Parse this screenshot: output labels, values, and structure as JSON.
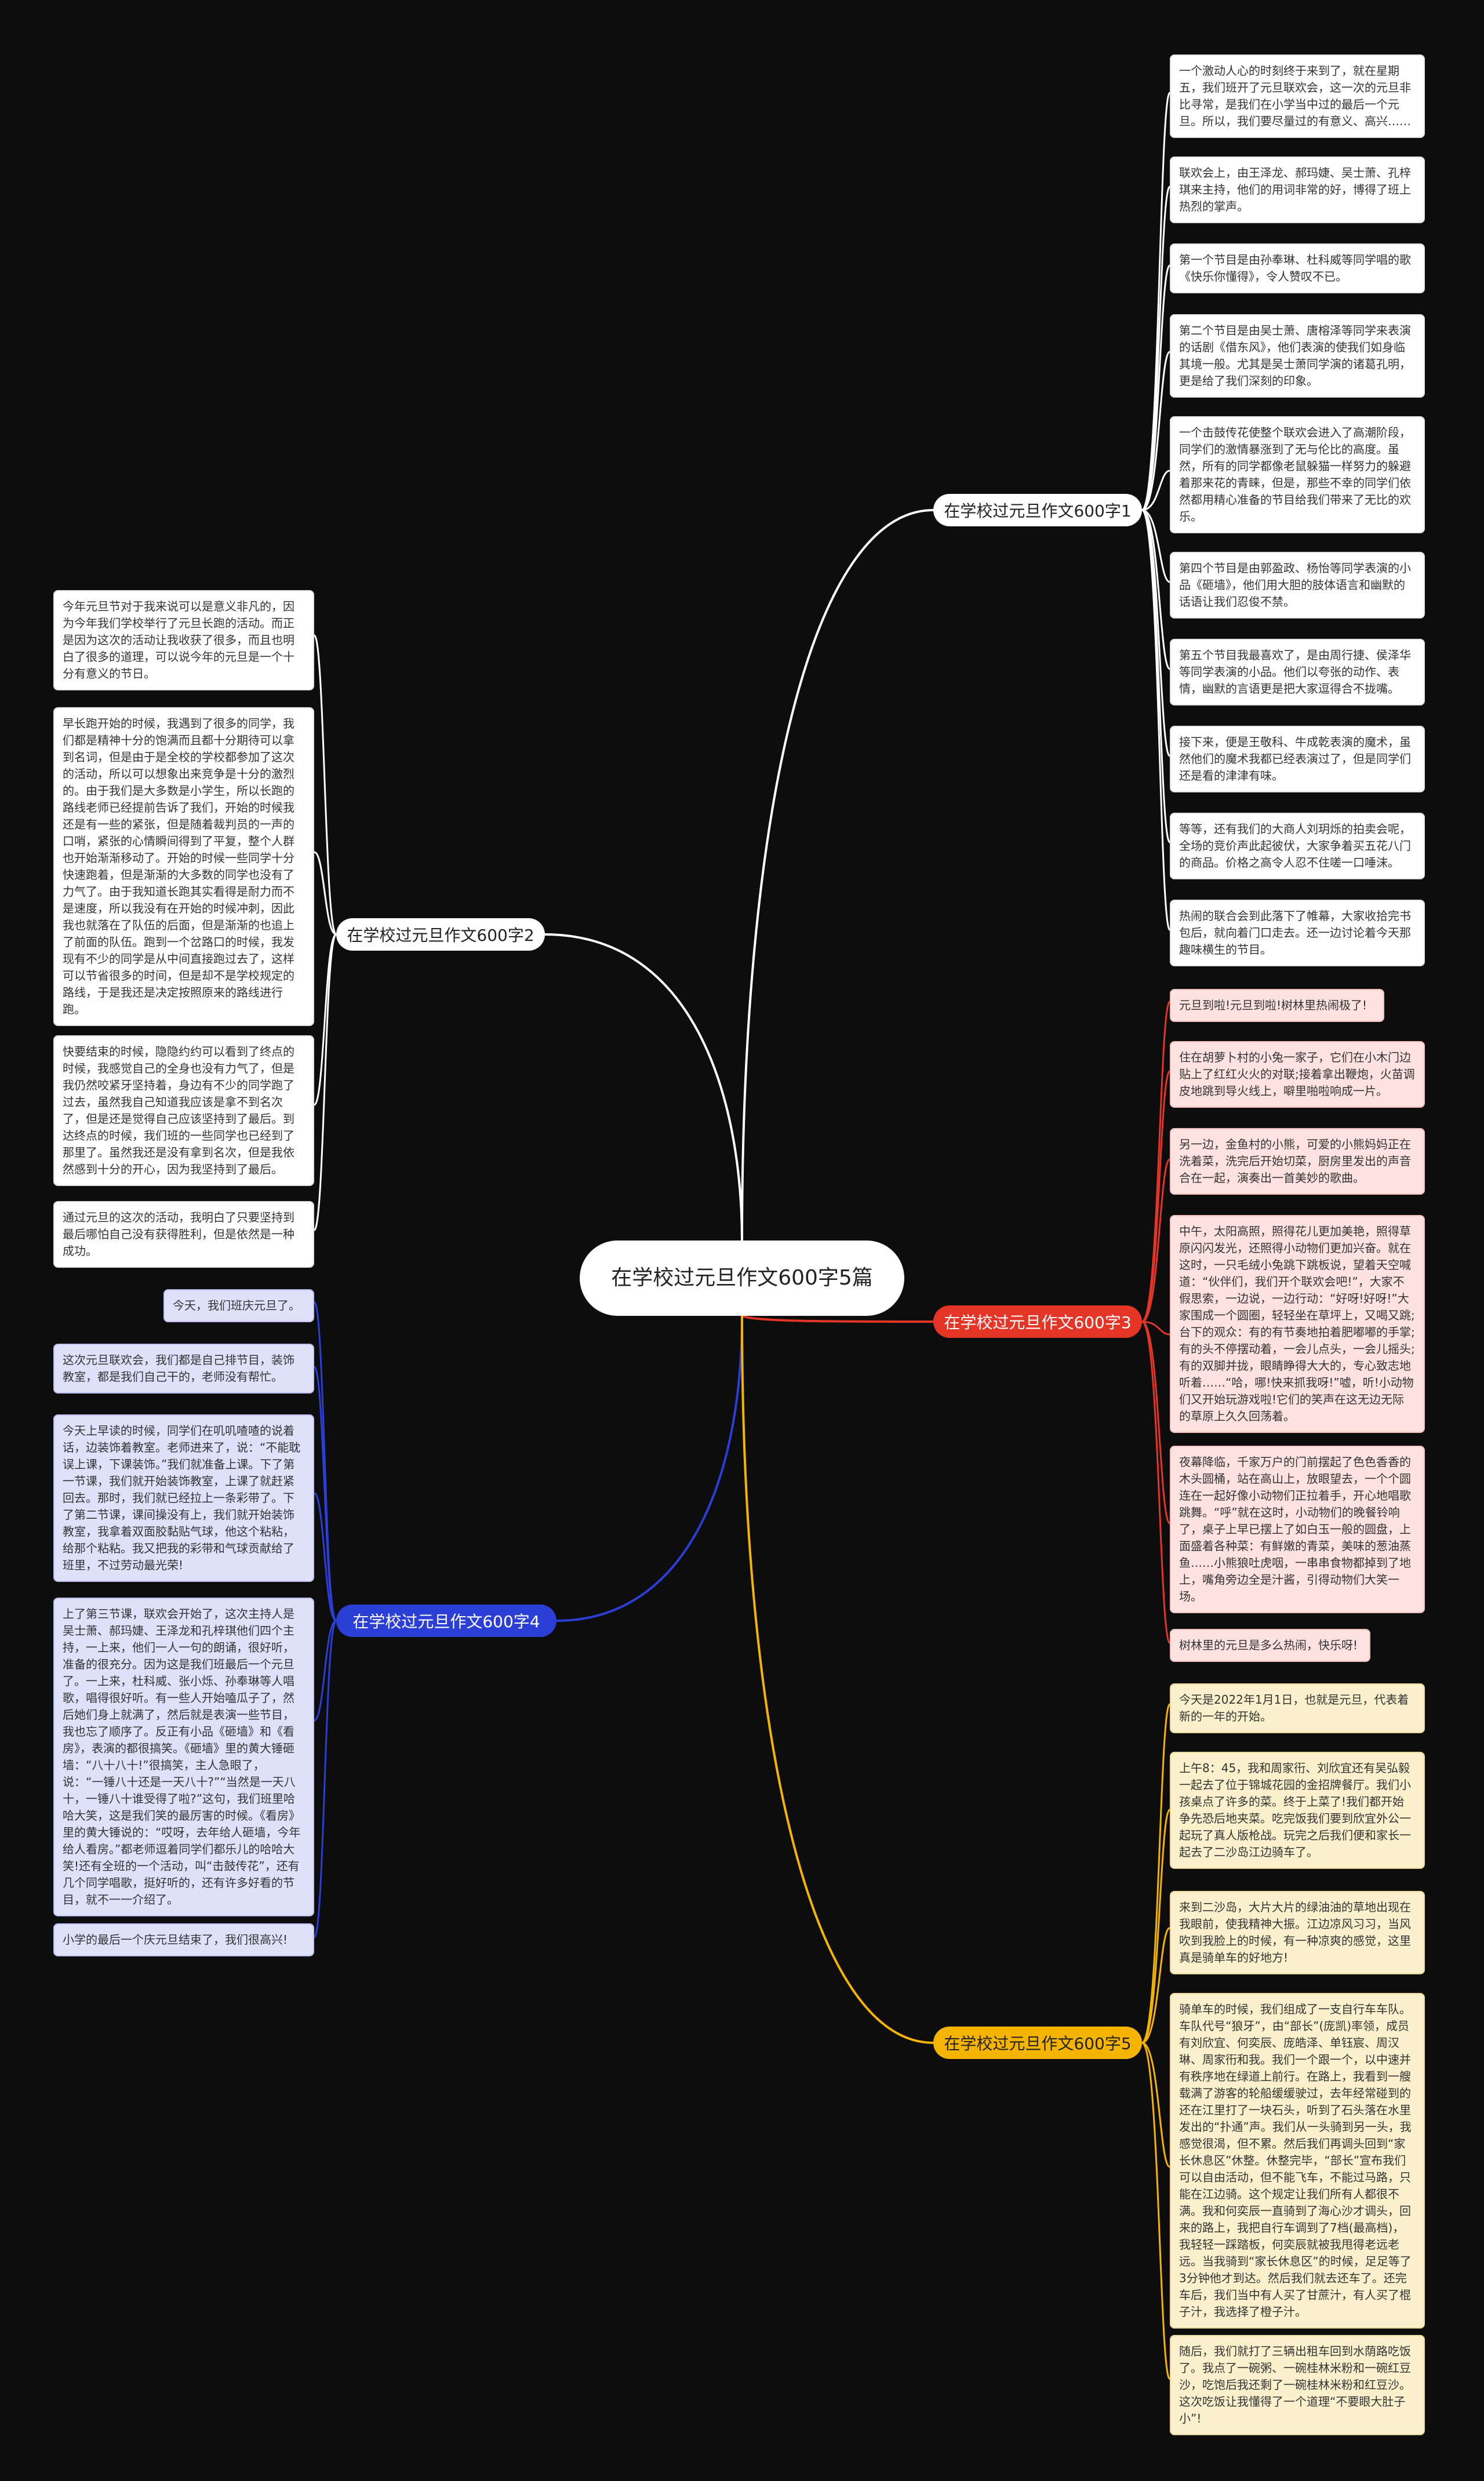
{
  "center": {
    "title": "在学校过元旦作文600字5篇"
  },
  "colors": {
    "b1": "#ffffff",
    "b2": "#ffffff",
    "b3": "#e53527",
    "b4": "#2b3fd6",
    "b5": "#f5b400"
  },
  "branches": [
    {
      "label": "在学校过元旦作文600字1",
      "leaves": [
        "一个激动人心的时刻终于来到了，就在星期五，我们班开了元旦联欢会，这一次的元旦非比寻常，是我们在小学当中过的最后一个元旦。所以，我们要尽量过的有意义、高兴……",
        "联欢会上，由王泽龙、郝玛婕、吴士萧、孔梓琪来主持，他们的用词非常的好，博得了班上热烈的掌声。",
        "第一个节目是由孙奉琳、杜科威等同学唱的歌《快乐你懂得》，令人赞叹不已。",
        "第二个节目是由吴士萧、唐榕泽等同学来表演的话剧《借东风》，他们表演的使我们如身临其境一般。尤其是吴士萧同学演的诸葛孔明，更是给了我们深刻的印象。",
        "一个击鼓传花使整个联欢会进入了高潮阶段，同学们的激情暴涨到了无与伦比的高度。虽然，所有的同学都像老鼠躲猫一样努力的躲避着那来花的青睐，但是，那些不幸的同学们依然都用精心准备的节目给我们带来了无比的欢乐。",
        "第四个节目是由郭盈政、杨怡等同学表演的小品《砸墙》，他们用大胆的肢体语言和幽默的话语让我们忍俊不禁。",
        "第五个节目我最喜欢了，是由周行捷、侯泽华等同学表演的小品。他们以夸张的动作、表情，幽默的言语更是把大家逗得合不拢嘴。",
        "接下来，便是王敬科、牛成乾表演的魔术，虽然他们的魔术我都已经表演过了，但是同学们还是看的津津有味。",
        "等等，还有我们的大商人刘玥烁的拍卖会呢，全场的竞价声此起彼伏，大家争着买五花八门的商品。价格之高令人忍不住嗟一口唾沫。",
        "热闹的联合会到此落下了帷幕，大家收拾完书包后，就向着门口走去。还一边讨论着今天那趣味横生的节目。"
      ]
    },
    {
      "label": "在学校过元旦作文600字2",
      "leaves": [
        "今年元旦节对于我来说可以是意义非凡的，因为今年我们学校举行了元旦长跑的活动。而正是因为这次的活动让我收获了很多，而且也明白了很多的道理，可以说今年的元旦是一个十分有意义的节日。",
        "早长跑开始的时候，我遇到了很多的同学，我们都是精神十分的饱满而且都十分期待可以拿到名词，但是由于是全校的学校都参加了这次的活动，所以可以想象出来竞争是十分的激烈的。由于我们是大多数是小学生，所以长跑的路线老师已经提前告诉了我们，开始的时候我还是有一些的紧张，但是随着裁判员的一声的口哨，紧张的心情瞬间得到了平复，整个人群也开始渐渐移动了。开始的时候一些同学十分快速跑着，但是渐渐的大多数的同学也没有了力气了。由于我知道长跑其实看得是耐力而不是速度，所以我没有在开始的时候冲刺，因此我也就落在了队伍的后面，但是渐渐的也追上了前面的队伍。跑到一个岔路口的时候，我发现有不少的同学是从中间直接跑过去了，这样可以节省很多的时间，但是却不是学校规定的路线，于是我还是决定按照原来的路线进行跑。",
        "快要结束的时候，隐隐约约可以看到了终点的时候，我感觉自己的全身也没有力气了，但是我仍然咬紧牙坚持着，身边有不少的同学跑了过去，虽然我自己知道我应该是拿不到名次了，但是还是觉得自己应该坚持到了最后。到达终点的时候，我们班的一些同学也已经到了那里了。虽然我还是没有拿到名次，但是我依然感到十分的开心，因为我坚持到了最后。",
        "通过元旦的这次的活动，我明白了只要坚持到最后哪怕自己没有获得胜利，但是依然是一种成功。"
      ]
    },
    {
      "label": "在学校过元旦作文600字3",
      "leaves": [
        "元旦到啦!元旦到啦!树林里热闹极了!",
        "住在胡萝卜村的小兔一家子，它们在小木门边贴上了红红火火的对联;接着拿出鞭炮，火苗调皮地跳到导火线上，噼里啪啦响成一片。",
        "另一边，金鱼村的小熊，可爱的小熊妈妈正在洗着菜，洗完后开始切菜，厨房里发出的声音合在一起，演奏出一首美妙的歌曲。",
        "中午，太阳高照，照得花儿更加美艳，照得草原闪闪发光，还照得小动物们更加兴奋。就在这时，一只毛绒小兔跳下跳板说，望着天空喊道：“伙伴们，我们开个联欢会吧!”，大家不假思索，一边说，一边行动：“好呀!好呀!”大家围成一个圆圈，轻轻坐在草坪上，又喝又跳;台下的观众：有的有节奏地拍着肥嘟嘟的手掌;有的头不停摆动着，一会儿点头，一会儿摇头;有的双脚并拢，眼睛睁得大大的，专心致志地听着……“哈，哪!快来抓我呀!”嘘，听!小动物们又开始玩游戏啦!它们的笑声在这无边无际的草原上久久回荡着。",
        "夜幕降临，千家万户的门前摆起了色色香香的木头圆桶，站在高山上，放眼望去，一个个圆连在一起好像小动物们正拉着手，开心地唱歌跳舞。“呼”就在这时，小动物们的晚餐铃响了，桌子上早已摆上了如白玉一般的圆盘，上面盛着各种菜：有鲜嫩的青菜，美味的葱油蒸鱼……小熊狼吐虎咽，一串串食物都掉到了地上，嘴角旁边全是汁酱，引得动物们大笑一场。",
        "树林里的元旦是多么热闹，快乐呀!"
      ]
    },
    {
      "label": "在学校过元旦作文600字4",
      "leaves": [
        "今天，我们班庆元旦了。",
        "这次元旦联欢会，我们都是自己排节目，装饰教室，都是我们自己干的，老师没有帮忙。",
        "今天上早读的时候，同学们在叽叽喳喳的说着话，边装饰着教室。老师进来了，说：“不能耽误上课，下课装饰。”我们就准备上课。下了第一节课，我们就开始装饰教室，上课了就赶紧回去。那时，我们就已经拉上一条彩带了。下了第二节课，课间操没有上，我们就开始装饰教室，我拿着双面胶黏贴气球，他这个粘粘，给那个粘粘。我又把我的彩带和气球贡献给了班里，不过劳动最光荣!",
        "上了第三节课，联欢会开始了，这次主持人是吴士萧、郝玛婕、王泽龙和孔梓琪他们四个主持，一上来，他们一人一句的朗诵，很好听，准备的很充分。因为这是我们班最后一个元旦了。一上来，杜科威、张小烁、孙奉琳等人唱歌，唱得很好听。有一些人开始嗑瓜子了，然后她们身上就满了，然后就是表演一些节目，我也忘了顺序了。反正有小品《砸墙》和《看房》，表演的都很搞笑。《砸墙》里的黄大锤砸墙：“八十八十!”很搞笑，主人急眼了，说：“一锤八十还是一天八十?”“当然是一天八十，一锤八十谁受得了啦?”这句，我们班里哈哈大笑，这是我们笑的最厉害的时候。《看房》里的黄大锤说的：“哎呀，去年给人砸墙，今年给人看房。”都老师逗着同学们都乐儿的哈哈大笑!还有全班的一个活动，叫“击鼓传花”，还有几个同学唱歌，挺好听的，还有许多好看的节目，就不一一介绍了。",
        "小学的最后一个庆元旦结束了，我们很高兴!"
      ]
    },
    {
      "label": "在学校过元旦作文600字5",
      "leaves": [
        "今天是2022年1月1日，也就是元旦，代表着新的一年的开始。",
        "上午8：45，我和周家衎、刘欣宜还有吴弘毅一起去了位于锦城花园的金招牌餐厅。我们小孩桌点了许多的菜。终于上菜了!我们都开始争先恐后地夹菜。吃完饭我们要到欣宜外公一起玩了真人版枪战。玩完之后我们便和家长一起去了二沙岛江边骑车了。",
        "来到二沙岛，大片大片的绿油油的草地出现在我眼前，使我精神大振。江边凉风习习，当风吹到我脸上的时候，有一种凉爽的感觉，这里真是骑单车的好地方!",
        "骑单车的时候，我们组成了一支自行车车队。车队代号“狼牙”，由“部长”(庞凯)率领，成员有刘欣宜、何奕辰、庞皓泽、单钰宸、周汉琳、周家衎和我。我们一个跟一个，以中速并有秩序地在绿道上前行。在路上，我看到一艘载满了游客的轮船缓缓驶过，去年经常碰到的还在江里打了一块石头，听到了石头落在水里发出的“扑通”声。我们从一头骑到另一头，我感觉很渴，但不累。然后我们再调头回到“家长休息区”休整。休整完毕，“部长”宣布我们可以自由活动，但不能飞车，不能过马路，只能在江边骑。这个规定让我们所有人都很不满。我和何奕辰一直骑到了海心沙才调头，回来的路上，我把自行车调到了7档(最高档)，我轻轻一踩踏板，何奕辰就被我甩得老远老远。当我骑到“家长休息区”的时候，足足等了3分钟他才到达。然后我们就去还车了。还完车后，我们当中有人买了甘蔗汁，有人买了棍子汁，我选择了橙子汁。",
        "随后，我们就打了三辆出租车回到水荫路吃饭了。我点了一碗粥、一碗桂林米粉和一碗红豆沙，吃饱后我还剩了一碗桂林米粉和红豆沙。这次吃饭让我懂得了一个道理“不要眼大肚子小”!"
      ]
    }
  ]
}
